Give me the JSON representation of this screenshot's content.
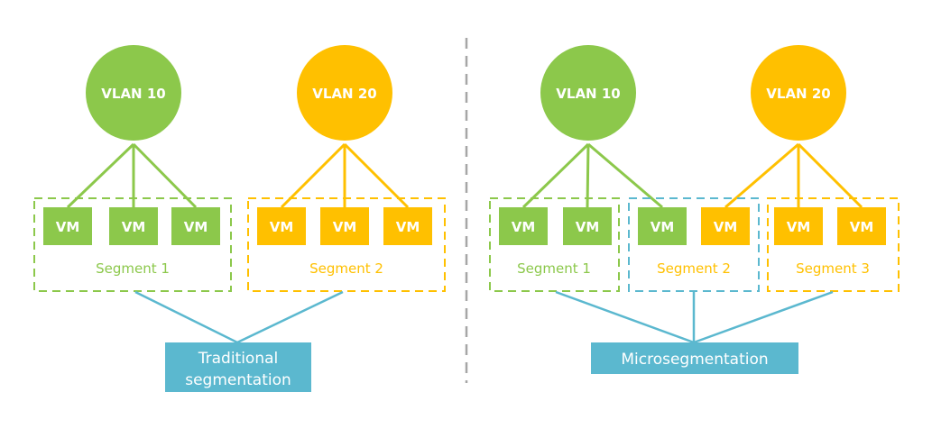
{
  "colors": {
    "green": "#8cc84b",
    "yellow": "#ffc000",
    "blue": "#5bb8cf",
    "divider": "#a6a6a6"
  },
  "left": {
    "vlans": [
      {
        "label": "VLAN 10",
        "color": "green"
      },
      {
        "label": "VLAN 20",
        "color": "yellow"
      }
    ],
    "vms": [
      {
        "label": "VM",
        "color": "green"
      },
      {
        "label": "VM",
        "color": "green"
      },
      {
        "label": "VM",
        "color": "green"
      },
      {
        "label": "VM",
        "color": "yellow"
      },
      {
        "label": "VM",
        "color": "yellow"
      },
      {
        "label": "VM",
        "color": "yellow"
      }
    ],
    "segments": [
      {
        "label": "Segment 1",
        "color": "green"
      },
      {
        "label": "Segment 2",
        "color": "yellow"
      }
    ],
    "caption": [
      "Traditional",
      "segmentation"
    ]
  },
  "right": {
    "vlans": [
      {
        "label": "VLAN 10",
        "color": "green"
      },
      {
        "label": "VLAN 20",
        "color": "yellow"
      }
    ],
    "vms": [
      {
        "label": "VM",
        "color": "green"
      },
      {
        "label": "VM",
        "color": "green"
      },
      {
        "label": "VM",
        "color": "green"
      },
      {
        "label": "VM",
        "color": "yellow"
      },
      {
        "label": "VM",
        "color": "yellow"
      },
      {
        "label": "VM",
        "color": "yellow"
      }
    ],
    "segments": [
      {
        "label": "Segment 1",
        "color": "green"
      },
      {
        "label": "Segment 2",
        "color": "blue"
      },
      {
        "label": "Segment 3",
        "color": "yellow"
      }
    ],
    "caption": [
      "Microsegmentation"
    ]
  }
}
